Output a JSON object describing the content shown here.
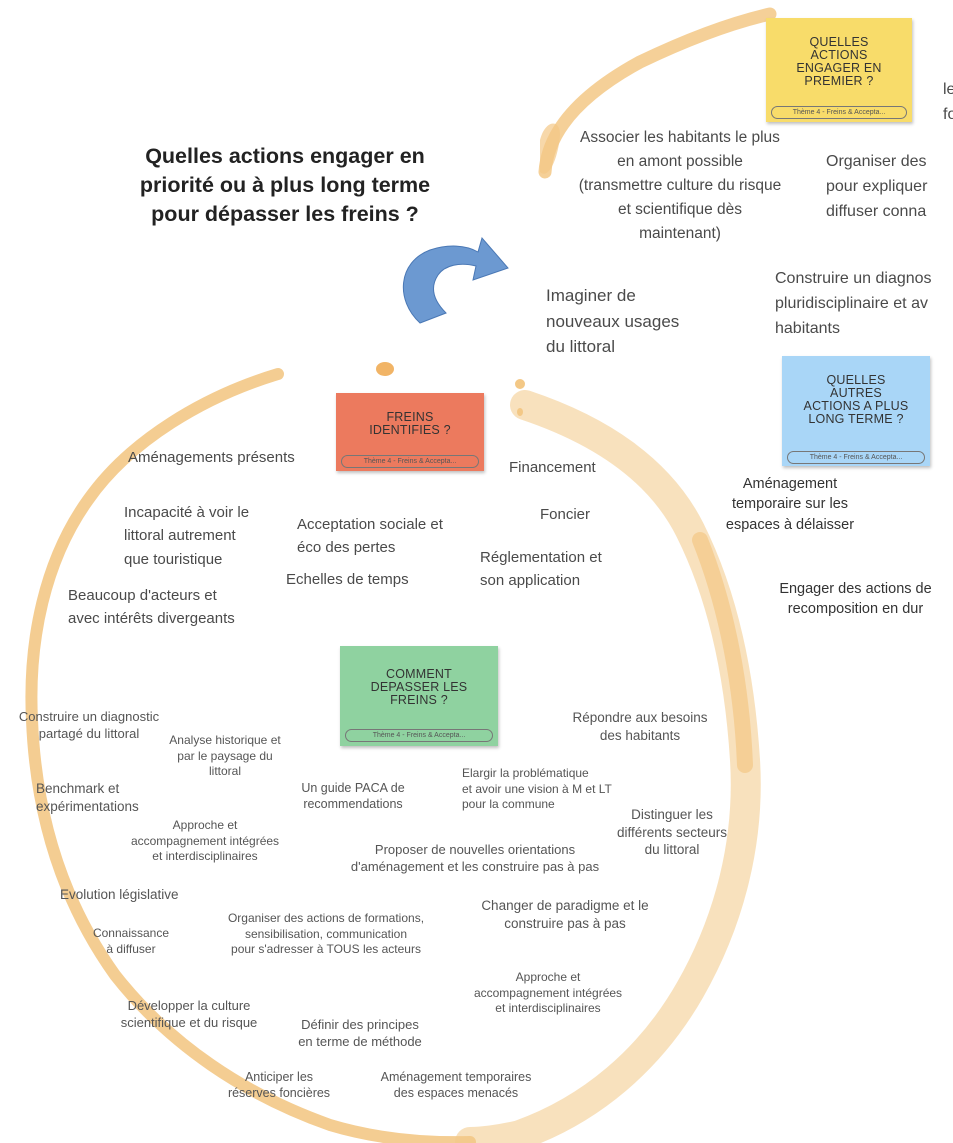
{
  "question": "Quelles actions engager en\npriorité ou à plus long terme\npour dépasser les freins ?",
  "colors": {
    "ring": "#f3c886",
    "arrow": "#6c99d1",
    "yellow": "#f8dc6a",
    "red": "#ec7a5e",
    "blue": "#a9d6f7",
    "green": "#8fd2a0"
  },
  "cards": {
    "premier": {
      "title": "QUELLES\nACTIONS\nENGAGER EN\nPREMIER ?",
      "tag": "Thème 4 - Freins & Accepta..."
    },
    "freins": {
      "title": "FREINS\nIDENTIFIES ?",
      "tag": "Thème 4 - Freins & Accepta..."
    },
    "long": {
      "title": "QUELLES\nAUTRES\nACTIONS A PLUS\nLONG TERME ?",
      "tag": "Thème 4 - Freins & Accepta..."
    },
    "comment": {
      "title": "COMMENT\nDEPASSER LES\nFREINS ?",
      "tag": "Thème 4 - Freins & Accepta..."
    }
  },
  "premier_items": {
    "associer": "Associer les habitants le plus\nen amont possible\n(transmettre culture du risque\net scientifique dès\nmaintenant)",
    "imaginer": "Imaginer de\nnouveaux usages\ndu littoral",
    "organiser": "Organiser des\npour expliquer\ndiffuser conna",
    "construire": "Construire un diagnos\npluridisciplinaire et av\nhabitants",
    "cut": "le\nfo"
  },
  "long_items": {
    "amenagement": "Aménagement\ntemporaire sur les\nespaces à délaisser",
    "engager": "Engager des actions de\nrecomposition en dur"
  },
  "freins_items": {
    "amenagements": "Aménagements présents",
    "financement": "Financement",
    "incapacite": "Incapacité à voir le\nlittoral autrement\nque touristique",
    "acceptation": "Acceptation sociale et\néco des pertes",
    "foncier": "Foncier",
    "echelles": "Echelles de temps",
    "reglementation": "Réglementation et\nson application",
    "acteurs": "Beaucoup d'acteurs et\navec intérêts divergeants"
  },
  "comment_items": {
    "diagnostic": "Construire un diagnostic\npartagé du littoral",
    "analyse": "Analyse historique et\npar le paysage du\nlittoral",
    "repondre": "Répondre aux besoins\ndes habitants",
    "benchmark": "Benchmark et\nexpérimentations",
    "guide": "Un guide PACA de\nrecommendations",
    "elargir": "Elargir la problématique\net avoir une vision à M et  LT\npour la commune",
    "approche1": "Approche et\naccompagnement intégrées\net interdisciplinaires",
    "distinguer": "Distinguer les\ndifférents secteurs\ndu littoral",
    "proposer": "Proposer de nouvelles orientations\nd'aménagement et les construire pas à pas",
    "evolution": "Evolution législative",
    "changer": "Changer de paradigme et le\nconstruire pas à pas",
    "connaissance": "Connaissance\nà diffuser",
    "organiser": "Organiser des actions de formations,\nsensibilisation, communication\npour s'adresser à TOUS les acteurs",
    "approche2": "Approche et\naccompagnement intégrées\net interdisciplinaires",
    "developper": "Développer la culture\nscientifique et du risque",
    "definir": "Définir des principes\nen terme de méthode",
    "anticiper": "Anticiper les\nréserves foncières",
    "amenagement": "Aménagement temporaires\ndes espaces menacés"
  }
}
